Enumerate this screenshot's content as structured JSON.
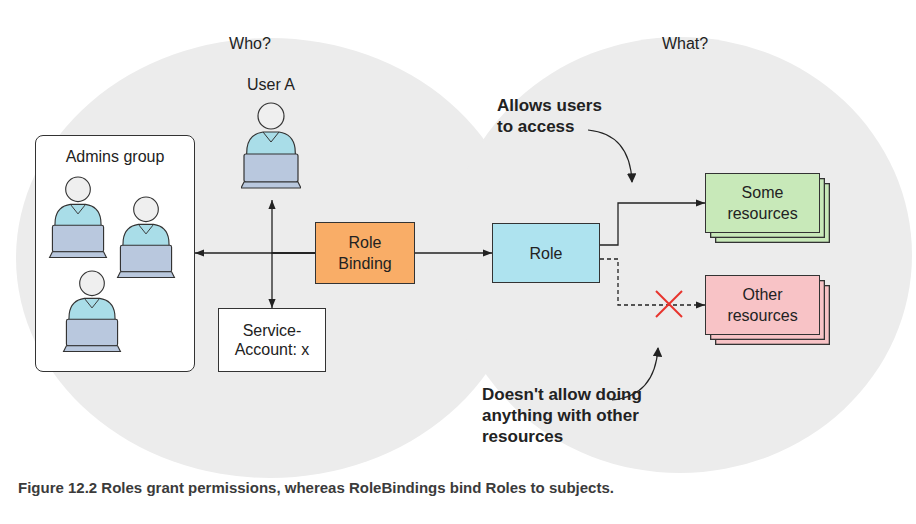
{
  "diagram": {
    "caption": "Figure 12.2 Roles grant permissions, whereas RoleBindings bind Roles to subjects.",
    "nodes": [
      {
        "text": [
          "Admins group"
        ]
      },
      {
        "text": [
          "User A"
        ]
      },
      {
        "text": [
          "Role Binding"
        ]
      },
      {
        "text": [
          "Service- Account: x"
        ]
      },
      {
        "text": [
          "Role"
        ]
      },
      {
        "text": [
          "Some resources"
        ]
      },
      {
        "text": [
          "Other resources"
        ]
      }
    ],
    "edges": [
      {
        "from": 2,
        "to": 0,
        "arrow": "to"
      },
      {
        "from": 2,
        "to": 1,
        "arrow": "to"
      },
      {
        "from": 2,
        "to": 3,
        "arrow": "to"
      },
      {
        "from": 2,
        "to": 4,
        "arrow": "to"
      },
      {
        "from": 4,
        "to": 5,
        "arrow": "to"
      },
      {
        "from": 4,
        "to": 6,
        "arrow": "to"
      }
    ],
    "labels": [
      "Who?",
      "What?",
      "Allows users to access",
      "Doesn't allow doing anything with other resources"
    ]
  }
}
